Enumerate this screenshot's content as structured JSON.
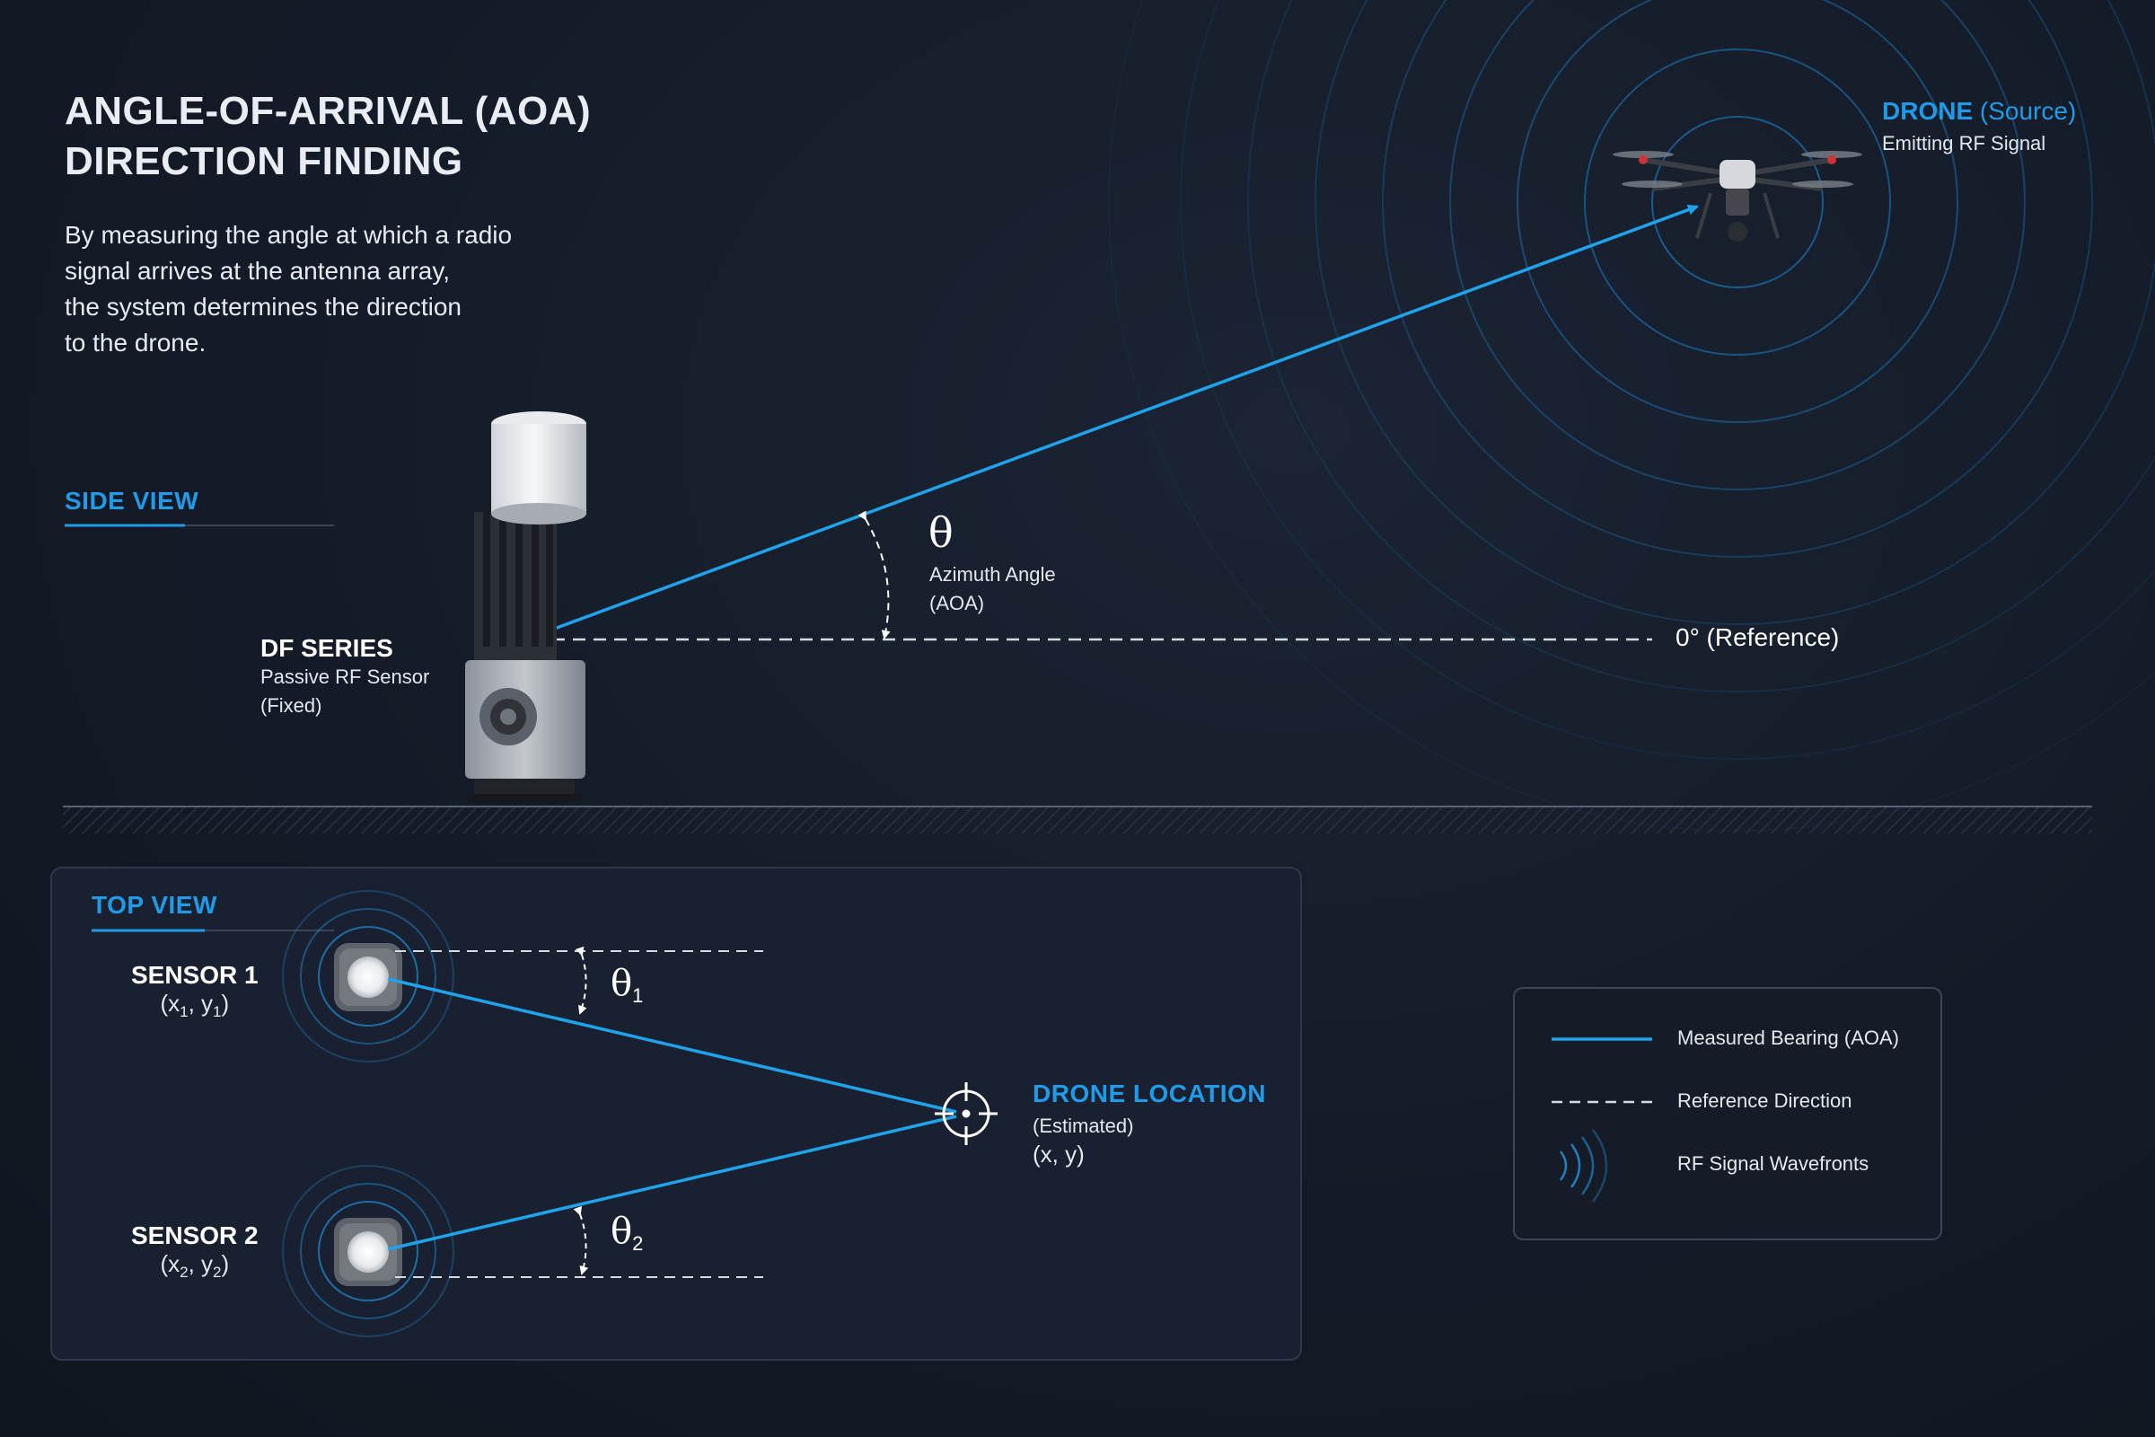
{
  "header": {
    "title_line1": "ANGLE-OF-ARRIVAL (AOA)",
    "title_line2": "DIRECTION FINDING",
    "description": [
      "By measuring the angle at which a radio",
      "signal arrives at the antenna array,",
      "the system determines the direction",
      "to the drone."
    ]
  },
  "side_view": {
    "label": "SIDE VIEW",
    "sensor_name": "DF SERIES",
    "sensor_line1": "Passive RF Sensor",
    "sensor_line2": "(Fixed)",
    "drone_title": "DRONE",
    "drone_suffix": "(Source)",
    "drone_subtitle": "Emitting RF Signal",
    "theta": "θ",
    "angle_line1": "Azimuth Angle",
    "angle_line2": "(AOA)",
    "reference": "0° (Reference)"
  },
  "top_view": {
    "label": "TOP VIEW",
    "sensor1_name": "SENSOR 1",
    "sensor1_coord": "(x₁, y₁)",
    "sensor1_x": "x",
    "sensor1_x_sub": "1",
    "sensor1_y": "y",
    "sensor1_y_sub": "1",
    "sensor2_name": "SENSOR 2",
    "sensor2_x": "x",
    "sensor2_x_sub": "2",
    "sensor2_y": "y",
    "sensor2_y_sub": "2",
    "theta": "θ",
    "theta1_sub": "1",
    "theta2_sub": "2",
    "drone_location": "DRONE LOCATION",
    "estimated": "(Estimated)",
    "xy": "(x, y)"
  },
  "legend": {
    "items": [
      {
        "label": "Measured Bearing (AOA)",
        "icon": "solid-line-icon"
      },
      {
        "label": "Reference Direction",
        "icon": "dashed-line-icon"
      },
      {
        "label": "RF Signal Wavefronts",
        "icon": "wavefront-icon"
      }
    ]
  },
  "colors": {
    "accent": "#1f9be8",
    "background": "#151c28",
    "bearing_line": "#1fa4ec"
  }
}
